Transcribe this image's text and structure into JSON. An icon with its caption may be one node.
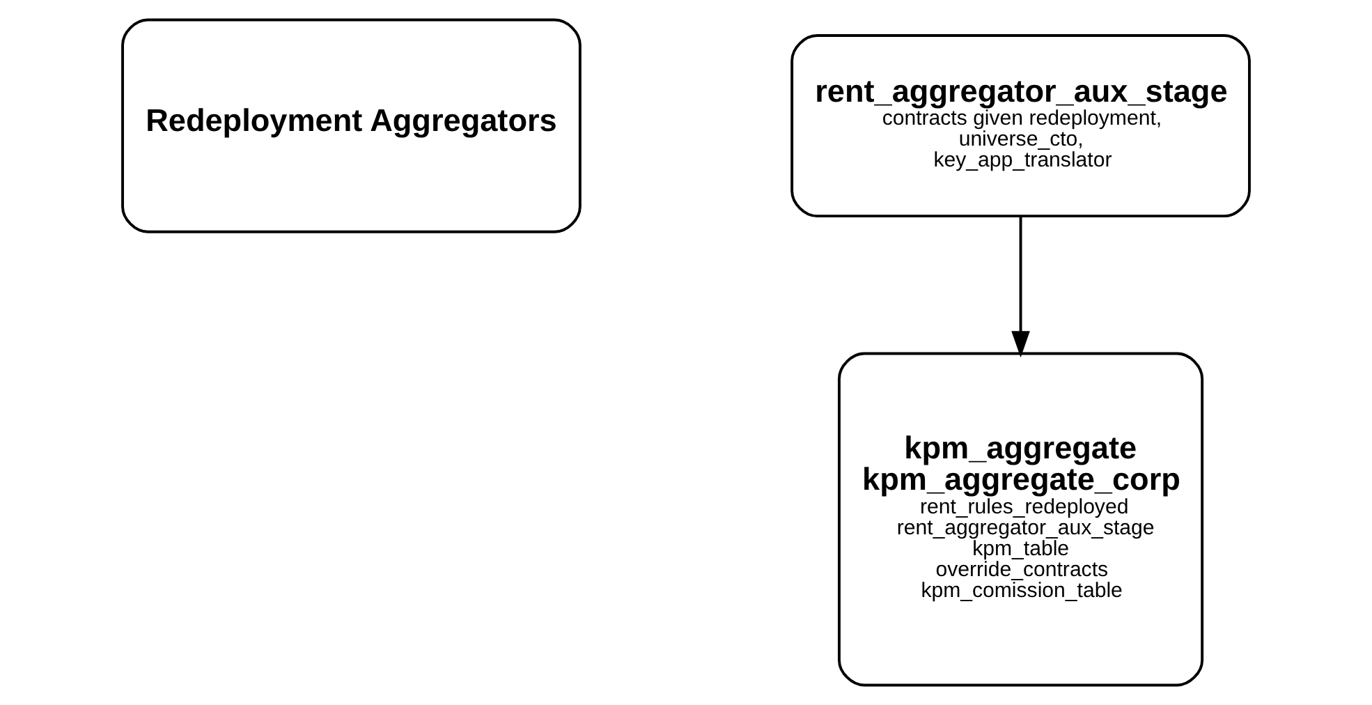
{
  "diagram": {
    "nodes": [
      {
        "text": [
          "Redeployment Aggregators"
        ]
      },
      {
        "text": [
          "rent_aggregator_aux_stage",
          "contracts given redeployment, universe_cto, key_app_translator"
        ]
      },
      {
        "text": [
          "kpm_aggregate kpm_aggregate_corp",
          "rent_rules_redeployed rent_aggregator_aux_stage kpm_table override_contracts kpm_comission_table"
        ]
      }
    ],
    "edges": [
      {
        "from": 1,
        "to": 2,
        "arrow": "to"
      }
    ]
  }
}
